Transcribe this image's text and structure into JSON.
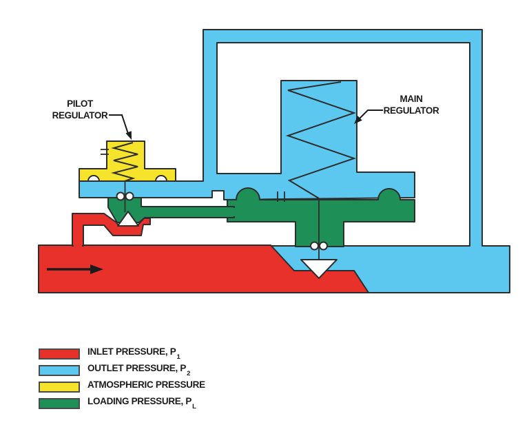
{
  "diagram": {
    "pilot_label": {
      "line1": "PILOT",
      "line2": "REGULATOR"
    },
    "main_label": {
      "line1": "MAIN",
      "line2": "REGULATOR"
    }
  },
  "colors": {
    "inlet": "#e8312a",
    "outlet": "#5cc8ef",
    "atmospheric": "#f6e32c",
    "loading": "#1e9057",
    "outline": "#2d2d2d",
    "text": "#1c1c1c"
  },
  "legend": {
    "items": [
      {
        "label": "INLET PRESSURE, P",
        "sub": "1"
      },
      {
        "label": "OUTLET PRESSURE, P",
        "sub": "2"
      },
      {
        "label": "ATMOSPHERIC PRESSURE",
        "sub": ""
      },
      {
        "label": "LOADING PRESSURE, P",
        "sub": "L"
      }
    ]
  }
}
